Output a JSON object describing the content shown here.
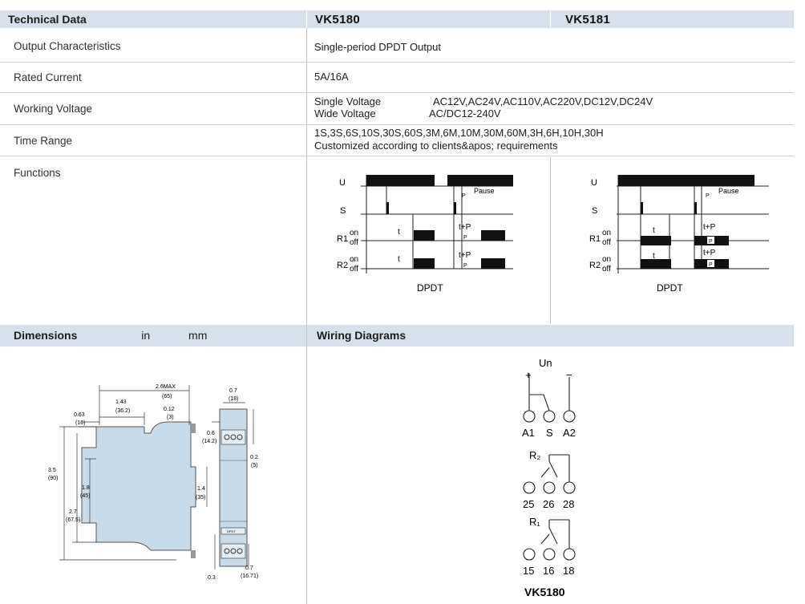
{
  "tech": {
    "header": "Technical Data",
    "model_a": "VK5180",
    "model_b": "VK5181",
    "rows": [
      {
        "label": "Output Characteristics",
        "value": "Single-period DPDT Output"
      },
      {
        "label": "Rated Current",
        "value": "5A/16A"
      },
      {
        "label": "Working Voltage",
        "line1_a": "Single Voltage",
        "line1_b": "AC12V,AC24V,AC110V,AC220V,DC12V,DC24V",
        "line2_a": "Wide Voltage",
        "line2_b": "AC/DC12-240V"
      },
      {
        "label": "Time Range",
        "line1": "1S,3S,6S,10S,30S,60S,3M,6M,10M,30M,60M,3H,6H,10H,30H",
        "line2": "Customized according to clients&apos; requirements"
      },
      {
        "label": "Functions"
      }
    ]
  },
  "timing": {
    "u": "U",
    "s": "S",
    "pause": "Pause",
    "p": "P",
    "on": "on",
    "off": "off",
    "r1": "R1",
    "r2": "R2",
    "t": "t",
    "tp": "t+P",
    "caption": "DPDT"
  },
  "dimensions": {
    "header_a": "Dimensions",
    "header_b": "in",
    "header_c": "mm",
    "labels": {
      "d26": "2.6MAX",
      "d65": "(65)",
      "d143": "1.43",
      "d362": "(36.2)",
      "d063": "0.63",
      "d16": "(16)",
      "d012": "0.12",
      "d3": "(3)",
      "d07": "0.7",
      "d18": "(18)",
      "d06": "0.6",
      "d142": "(14.2)",
      "d02": "0.2",
      "d5": "(5)",
      "d35": "3.5",
      "d90": "(90)",
      "d18b": "1.8",
      "d45": "(45)",
      "d27": "2.7",
      "d675": "(67.5)",
      "d14": "1.4",
      "d35b": "(35)",
      "d03": "0.3",
      "d07b": "0.7",
      "d1671": "(16.71)",
      "plate": "DPDT"
    }
  },
  "wiring": {
    "header": "Wiring Diagrams",
    "un": "Un",
    "plus": "+",
    "minus": "−",
    "a1": "A1",
    "s": "S",
    "a2": "A2",
    "r2": "R₂",
    "t25": "25",
    "t26": "26",
    "t28": "28",
    "r1": "R₁",
    "t15": "15",
    "t16": "16",
    "t18": "18",
    "model": "VK5180"
  },
  "colors": {
    "header_bg": "#d6e1ec",
    "device": "#c8dbea",
    "line": "#cfcfcf"
  }
}
